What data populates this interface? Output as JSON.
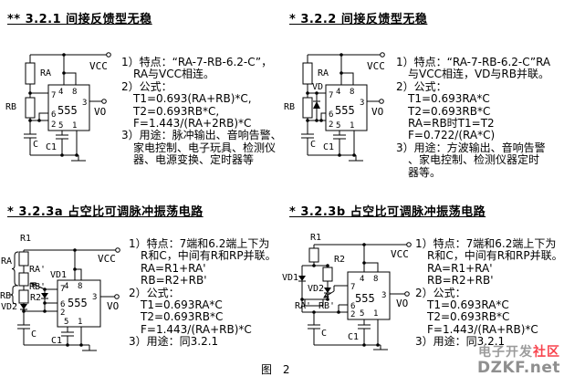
{
  "page": {
    "figure_caption": "图 2"
  },
  "colors": {
    "ink": "#000000",
    "background": "#ffffff",
    "watermark_gray": "#9b9b9b",
    "watermark_red": "#f8444e"
  },
  "watermark": {
    "line1_gray": "电子开发",
    "line1_red": "社区",
    "line2": "DZKF.net"
  },
  "labels": {
    "chip": "555",
    "vcc": "VCC",
    "vo": "VO",
    "p1": "1",
    "p2": "2",
    "p3": "3",
    "p4": "4",
    "p5": "5",
    "p6": "6",
    "p7": "7",
    "p8": "8",
    "ra": "RA",
    "rb": "RB",
    "c": "C",
    "c1": "C1",
    "vd": "VD",
    "r1": "R1",
    "r2": "R2",
    "rap": "RA'",
    "rbp": "RB'",
    "vd1": "VD1",
    "vd2": "VD2"
  },
  "sections": [
    {
      "title": "** 3.2.1 间接反馈型无稳",
      "lines": [
        "1）特点：“RA-7-RB-6.2-C”，",
        "RA与VCC相连。",
        "2）公式：",
        "T1=0.693(RA+RB)*C,",
        "T2=0.693RB*C,",
        "F=1.443/(RA+2RB)*C",
        "3）用途：脉冲输出、音响告警、",
        "家电控制、电子玩具、检测仪",
        "器、电源变换、定时器等"
      ]
    },
    {
      "title": "* 3.2.2 间接反馈型无稳",
      "lines": [
        "1）特点：“RA-7-RB-6.2-C”RA",
        "与VCC相连，VD与RB并联。",
        "2）公式：",
        "T1=0.693RA*C",
        "T2=0.693RB*C",
        "RA=RB时T1=T2",
        "F=0.722/(RA*C)",
        "3）用途：方波输出、音响告警",
        "、家电控制、检测仪器定时",
        "器等。"
      ]
    },
    {
      "title": "* 3.2.3a 占空比可调脉冲振荡电路",
      "lines": [
        "1）特点：7端和6.2端上下为",
        "R和C，中间有R和RP并联。",
        "RA=R1+RA'",
        "RB=R2+RB'",
        "2）公式：",
        "T1=0.693RA*C",
        "T2=0.693RB*C",
        "F=1.443/(RA+RB)*C",
        "3）用途：同3.2.1"
      ]
    },
    {
      "title": "* 3.2.3b 占空比可调脉冲振荡电路",
      "lines": [
        "1）特点：7端和6.2端上下为",
        "R和C，中间有R和RP并联。",
        "RA=R1+RA'",
        "RB=R2+RB'",
        "2）公式：",
        "T1=0.693RA*C",
        "T2=0.693RB*C",
        "F=1.443/(RA+RB)*C",
        "3）用途：同3.2.1"
      ]
    }
  ]
}
